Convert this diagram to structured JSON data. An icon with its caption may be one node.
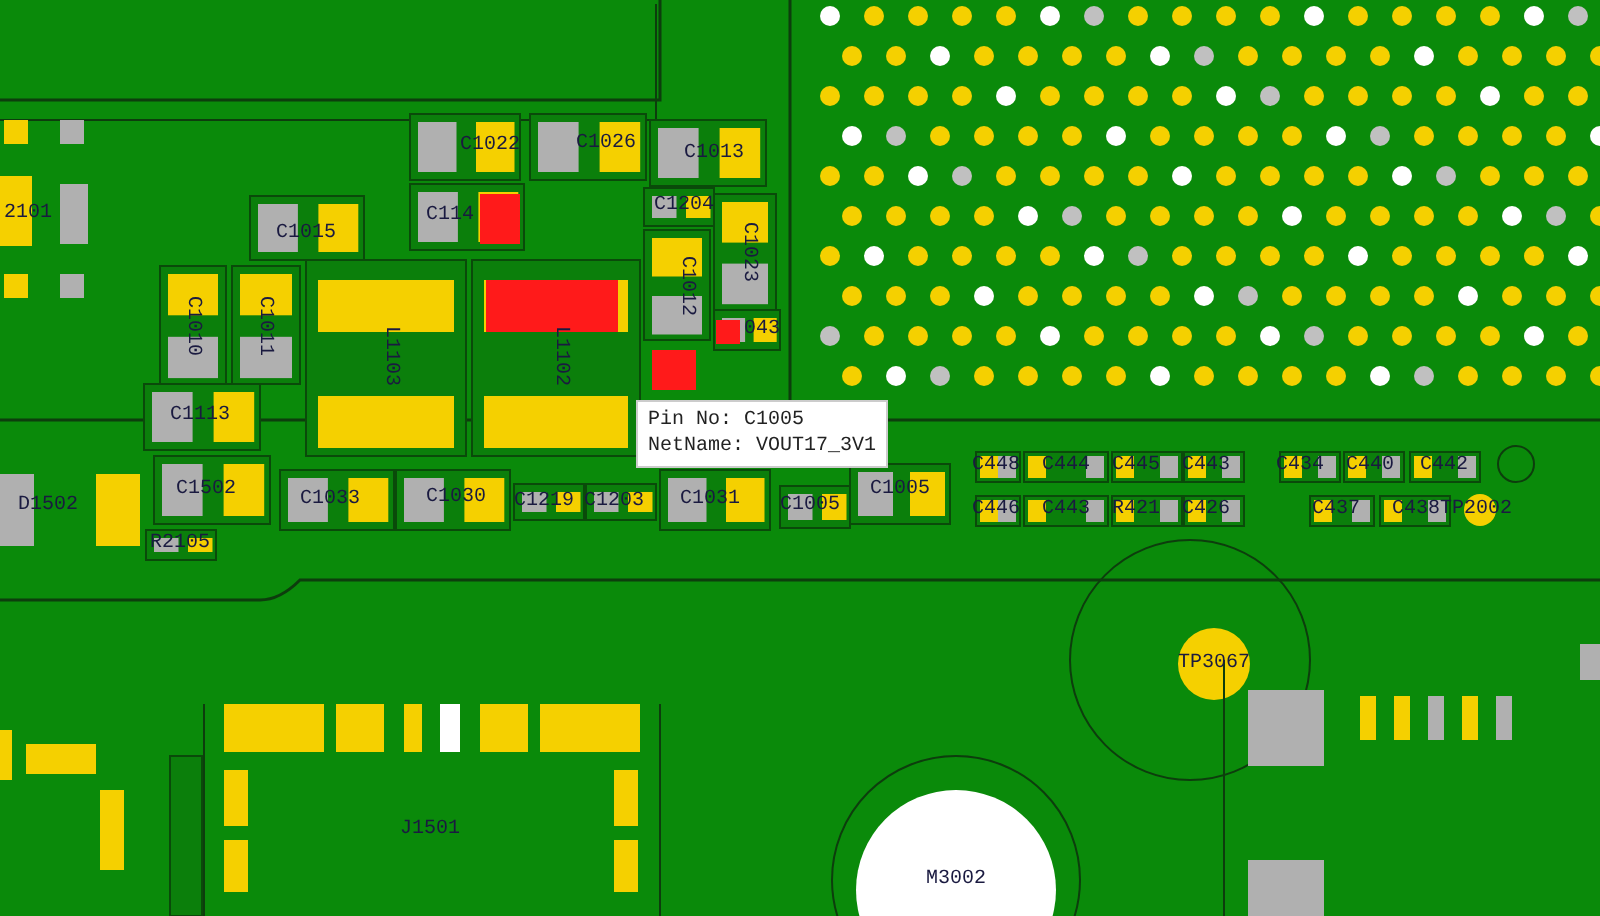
{
  "diagram": {
    "nodes": [
      {
        "text": [
          "Pin No: C1005",
          "NetName: VOUT17_3V1"
        ]
      }
    ],
    "labels": [
      "C1022",
      "C1026",
      "C1013",
      "2101",
      "C114",
      "C1204",
      "C1015",
      "C1023",
      "C1010",
      "C1011",
      "L1103",
      "L1102",
      "C1012",
      "043",
      "C1113",
      "C448",
      "C444",
      "C445",
      "C443",
      "C434",
      "C440",
      "C442",
      "D1502",
      "C1502",
      "C1033",
      "C1030",
      "C1219",
      "C1203",
      "C1031",
      "C1005",
      "C1005",
      "C446",
      "C443",
      "R421",
      "C426",
      "C437",
      "C438",
      "TP2002",
      "R2105",
      "TP3067",
      "J1501",
      "M3002"
    ]
  }
}
